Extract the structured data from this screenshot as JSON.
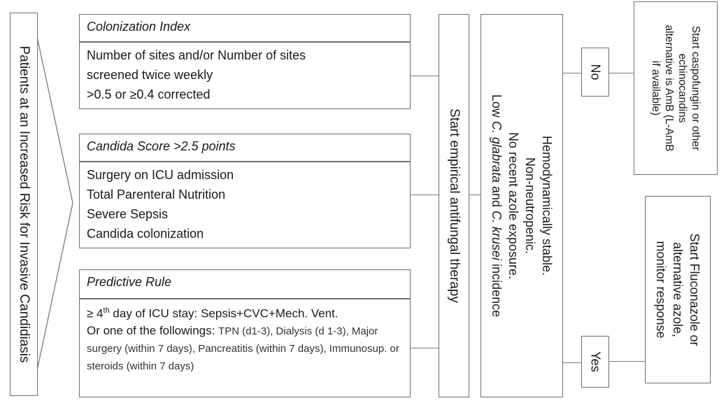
{
  "patients_label": "Patients at an Increased Risk for Invasive Candidiasis",
  "colonization": {
    "header": "Colonization Index",
    "lines": [
      "Number of sites and/or Number of sites",
      "screened twice weekly",
      ">0.5 or ≥0.4 corrected"
    ]
  },
  "candida_score": {
    "header": "Candida Score >2.5 points",
    "lines": [
      "Surgery on ICU admission",
      "Total Parenteral Nutrition",
      "Severe Sepsis",
      "Candida colonization"
    ]
  },
  "predictive_rule": {
    "header": "Predictive Rule",
    "line1_prefix": "≥ 4",
    "line1_sup": "th",
    "line1_suffix": " day of ICU stay: Sepsis+CVC+Mech. Vent.",
    "line2_prefix": "Or one of the followings: ",
    "line2_rest": "TPN (d1-3), Dialysis (d 1-3), Major surgery (within 7 days), Pancreatitis (within 7 days), Immunosup. or steroids (within 7 days)"
  },
  "empirical": "Start empirical antifungal therapy",
  "conditions": {
    "line1": "Hemodynamically stable.",
    "line2": "Non-neutropenic.",
    "line3": "No recent azole exposure.",
    "line4_pre": "Low ",
    "line4_i1": "C. glabrata",
    "line4_mid": " and ",
    "line4_i2": "C. krusei",
    "line4_post": " incidence"
  },
  "no_label": "No",
  "yes_label": "Yes",
  "no_outcome": [
    "Start caspofungin or other",
    "echinocandins",
    "alternative is AmB (L-AmB",
    "if available)"
  ],
  "yes_outcome": [
    "Start Fluconazole or",
    "alternative azole,",
    "monitor response"
  ]
}
